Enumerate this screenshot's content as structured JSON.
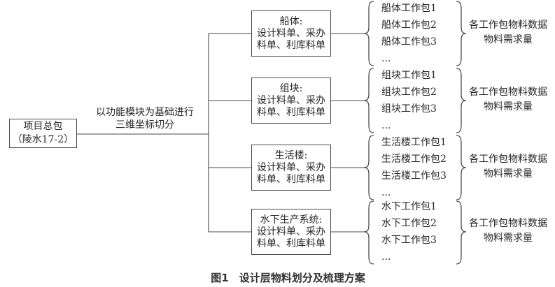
{
  "root": {
    "line1": "项目总包",
    "line2": "（陵水17-2）"
  },
  "split_label": {
    "line1": "以功能模块为基础进行",
    "line2": "三维坐标切分"
  },
  "rows": [
    {
      "box_line1": "船体:",
      "box_line2": "设计料单、采办",
      "box_line3": "料单、利库料单",
      "packages": [
        "船体工作包1",
        "船体工作包2",
        "船体工作包3",
        "..."
      ],
      "note_line1": "各工作包物料数据",
      "note_line2": "物料需求量"
    },
    {
      "box_line1": "组块:",
      "box_line2": "设计料单、采办",
      "box_line3": "料单、利库料单",
      "packages": [
        "组块工作包1",
        "组块工作包2",
        "组块工作包3",
        "..."
      ],
      "note_line1": "各工作包物料数据",
      "note_line2": "物料需求量"
    },
    {
      "box_line1": "生活楼:",
      "box_line2": "设计料单、采办",
      "box_line3": "料单、利库料单",
      "packages": [
        "生活楼工作包1",
        "生活楼工作包2",
        "生活楼工作包3",
        "..."
      ],
      "note_line1": "各工作包物料数据",
      "note_line2": "物料需求量"
    },
    {
      "box_line1": "水下生产系统:",
      "box_line2": "设计料单、采办",
      "box_line3": "料单、利库料单",
      "packages": [
        "水下工作包1",
        "水下工作包2",
        "水下工作包3",
        "..."
      ],
      "note_line1": "各工作包物料数据",
      "note_line2": "物料需求量"
    }
  ],
  "caption": "图1　设计层物料划分及梳理方案",
  "colors": {
    "line": "#4a4a4a",
    "text": "#262626",
    "background": "#ffffff"
  }
}
